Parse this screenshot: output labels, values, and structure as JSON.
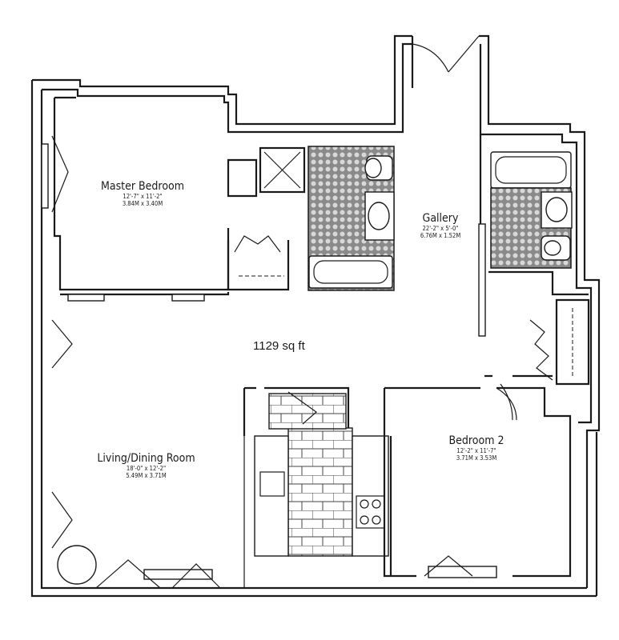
{
  "area_label": "1129 sq ft",
  "rooms": {
    "master_bedroom": {
      "name": "Master Bedroom",
      "dim_imperial": "12'-7\" x 11'-2\"",
      "dim_metric": "3.84M x 3.40M"
    },
    "gallery": {
      "name": "Gallery",
      "dim_imperial": "22'-2\" x 5'-0\"",
      "dim_metric": "6.76M x 1.52M"
    },
    "living_dining": {
      "name": "Living/Dining Room",
      "dim_imperial": "18'-0\" x 12'-2\"",
      "dim_metric": "5.49M x 3.71M"
    },
    "bedroom_2": {
      "name": "Bedroom 2",
      "dim_imperial": "12'-2\" x 11'-7\"",
      "dim_metric": "3.71M x 3.53M"
    }
  }
}
